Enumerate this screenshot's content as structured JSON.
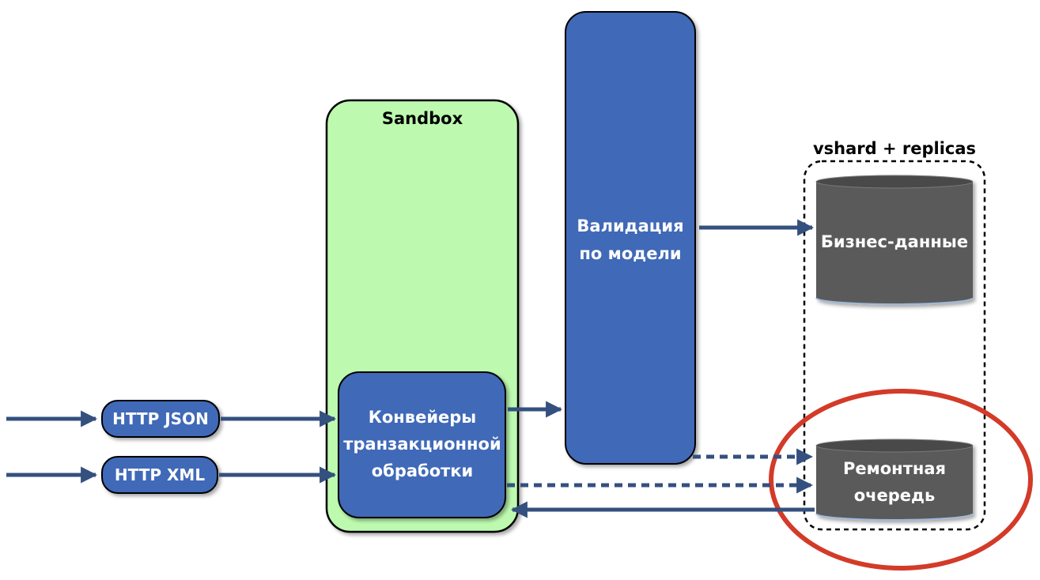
{
  "sandbox": {
    "title": "Sandbox"
  },
  "inputs": [
    {
      "label": "HTTP JSON"
    },
    {
      "label": "HTTP XML"
    }
  ],
  "pipelines": {
    "line1": "Конвейеры",
    "line2": "транзакционной",
    "line3": "обработки"
  },
  "validation": {
    "line1": "Валидация",
    "line2": "по модели"
  },
  "storage": {
    "title": "vshard + replicas",
    "business_data": {
      "label": "Бизнес-данные"
    },
    "repair_queue": {
      "line1": "Ремонтная",
      "line2": "очередь"
    }
  },
  "colors": {
    "box_blue": "#4169b8",
    "arrow": "#34507f",
    "sandbox_green": "#bdfab0",
    "cylinder": "#5a5a5a",
    "cylinder_top": "#484848",
    "highlight_red": "#d33b28"
  }
}
